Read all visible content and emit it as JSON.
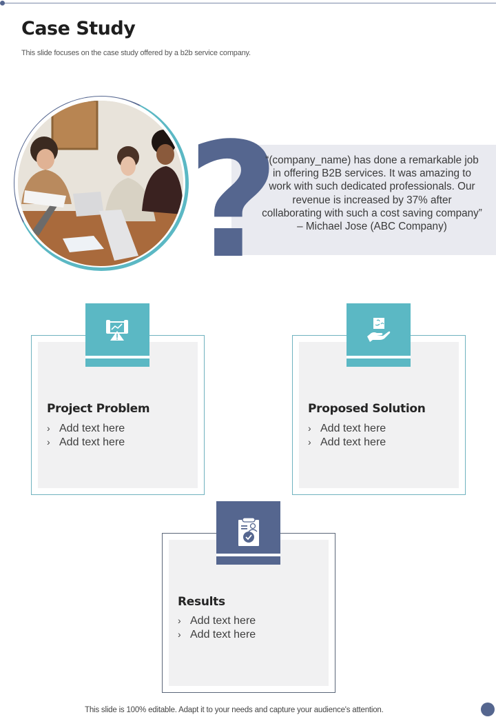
{
  "header": {
    "title": "Case Study",
    "subtitle": "This slide focuses on the case study offered by a b2b service company."
  },
  "testimonial": {
    "quote": "“(company_name) has done a remarkable job in offering B2B services. It was amazing to work with such dedicated professionals. Our revenue is increased by 37% after collaborating with such a cost saving company”",
    "author": "– Michael Jose (ABC Company)",
    "symbol": "?"
  },
  "photo": {
    "description": "team-meeting-photo"
  },
  "cards": [
    {
      "title": "Project Problem",
      "icon": "blueprint-warning-icon",
      "items": [
        "Add text here",
        "Add text here"
      ]
    },
    {
      "title": "Proposed Solution",
      "icon": "hand-puzzle-icon",
      "items": [
        "Add text here",
        "Add text here"
      ]
    },
    {
      "title": "Results",
      "icon": "clipboard-check-icon",
      "items": [
        "Add text here",
        "Add text here"
      ]
    }
  ],
  "bullet_glyph": "›",
  "footer": {
    "text": "This slide is 100% editable. Adapt it to your needs and capture your audience's attention."
  },
  "colors": {
    "teal": "#5bb8c4",
    "navy": "#55668f",
    "panel": "#f1f1f2",
    "quote_bg": "#e9eaf0"
  }
}
